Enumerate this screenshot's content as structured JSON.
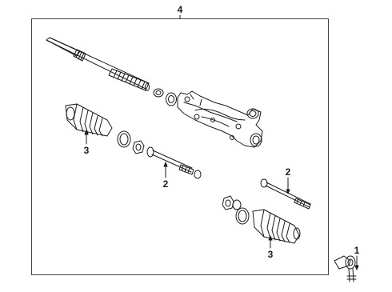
{
  "callouts": {
    "c_top": "4",
    "c_mid_left": "3",
    "c_center": "2",
    "c_right": "2",
    "c_bottom_center": "3",
    "c_bottom_right": "1"
  }
}
